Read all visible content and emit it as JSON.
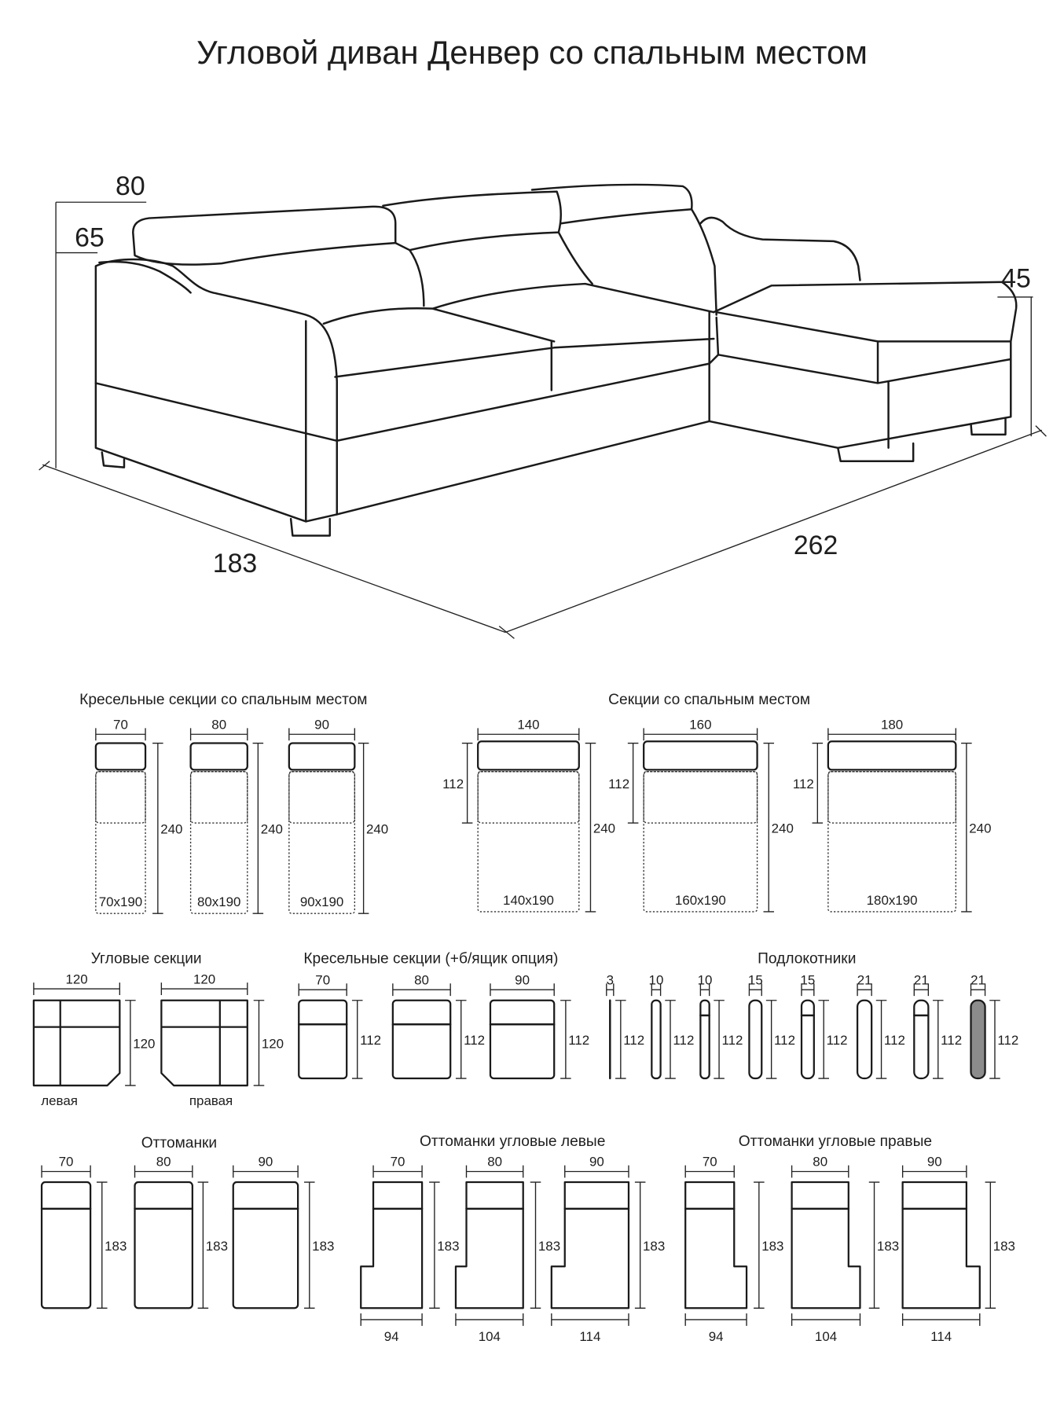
{
  "title": "Угловой диван Денвер со спальным местом",
  "sofa": {
    "dims": {
      "height_total": "80",
      "height_back": "65",
      "height_seat": "45",
      "depth": "183",
      "length": "262"
    }
  },
  "groups": [
    {
      "id": "armchair-sleep",
      "title": "Кресельные секции со спальным местом",
      "items": [
        {
          "w": "70",
          "h": "240",
          "bed": "70x190"
        },
        {
          "w": "80",
          "h": "240",
          "bed": "80x190"
        },
        {
          "w": "90",
          "h": "240",
          "bed": "90x190"
        }
      ]
    },
    {
      "id": "sleep",
      "title": "Секции со спальным местом",
      "items": [
        {
          "w": "140",
          "d": "112",
          "h": "240",
          "bed": "140x190"
        },
        {
          "w": "160",
          "d": "112",
          "h": "240",
          "bed": "160x190"
        },
        {
          "w": "180",
          "d": "112",
          "h": "240",
          "bed": "180x190"
        }
      ]
    },
    {
      "id": "corner",
      "title": "Угловые секции",
      "items": [
        {
          "w": "120",
          "h": "120",
          "caption": "левая"
        },
        {
          "w": "120",
          "h": "120",
          "caption": "правая"
        }
      ]
    },
    {
      "id": "armchair",
      "title": "Кресельные секции (+б/ящик опция)",
      "items": [
        {
          "w": "70",
          "h": "112"
        },
        {
          "w": "80",
          "h": "112"
        },
        {
          "w": "90",
          "h": "112"
        }
      ]
    },
    {
      "id": "armrests",
      "title": "Подлокотники",
      "items": [
        {
          "w": "3",
          "h": "112"
        },
        {
          "w": "10",
          "h": "112"
        },
        {
          "w": "10",
          "h": "112"
        },
        {
          "w": "15",
          "h": "112"
        },
        {
          "w": "15",
          "h": "112"
        },
        {
          "w": "21",
          "h": "112"
        },
        {
          "w": "21",
          "h": "112"
        },
        {
          "w": "21",
          "h": "112"
        }
      ]
    },
    {
      "id": "ottoman",
      "title": "Оттоманки",
      "items": [
        {
          "w": "70",
          "h": "183"
        },
        {
          "w": "80",
          "h": "183"
        },
        {
          "w": "90",
          "h": "183"
        }
      ]
    },
    {
      "id": "ottoman-left",
      "title": "Оттоманки угловые левые",
      "items": [
        {
          "w": "70",
          "h": "183",
          "b": "94"
        },
        {
          "w": "80",
          "h": "183",
          "b": "104"
        },
        {
          "w": "90",
          "h": "183",
          "b": "114"
        }
      ]
    },
    {
      "id": "ottoman-right",
      "title": "Оттоманки угловые правые",
      "items": [
        {
          "w": "70",
          "h": "183",
          "b": "94"
        },
        {
          "w": "80",
          "h": "183",
          "b": "104"
        },
        {
          "w": "90",
          "h": "183",
          "b": "114"
        }
      ]
    }
  ],
  "colors": {
    "line": "#1a1a1a",
    "armrest_fill": "#8c8c8c"
  }
}
